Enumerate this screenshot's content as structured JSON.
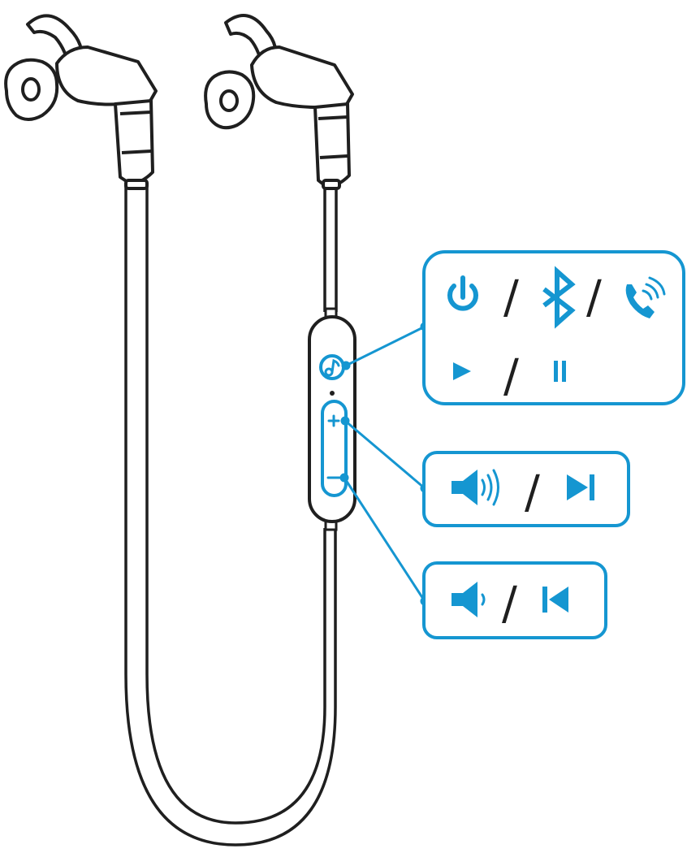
{
  "colors": {
    "accent": "#1596d1",
    "line": "#1f1f1f",
    "background": "#ffffff"
  },
  "remote": {
    "buttons": [
      {
        "id": "multifunction",
        "icon": "music-note-icon"
      },
      {
        "id": "volume-up",
        "symbol": "+"
      },
      {
        "id": "volume-down",
        "symbol": "–"
      }
    ]
  },
  "callouts": {
    "multifunction": {
      "separator": "/",
      "icons": [
        "power-icon",
        "bluetooth-icon",
        "phone-call-icon",
        "play-icon",
        "pause-icon"
      ]
    },
    "volume_up": {
      "separator": "/",
      "icons": [
        "volume-up-icon",
        "next-track-icon"
      ]
    },
    "volume_down": {
      "separator": "/",
      "icons": [
        "volume-down-icon",
        "previous-track-icon"
      ]
    }
  }
}
